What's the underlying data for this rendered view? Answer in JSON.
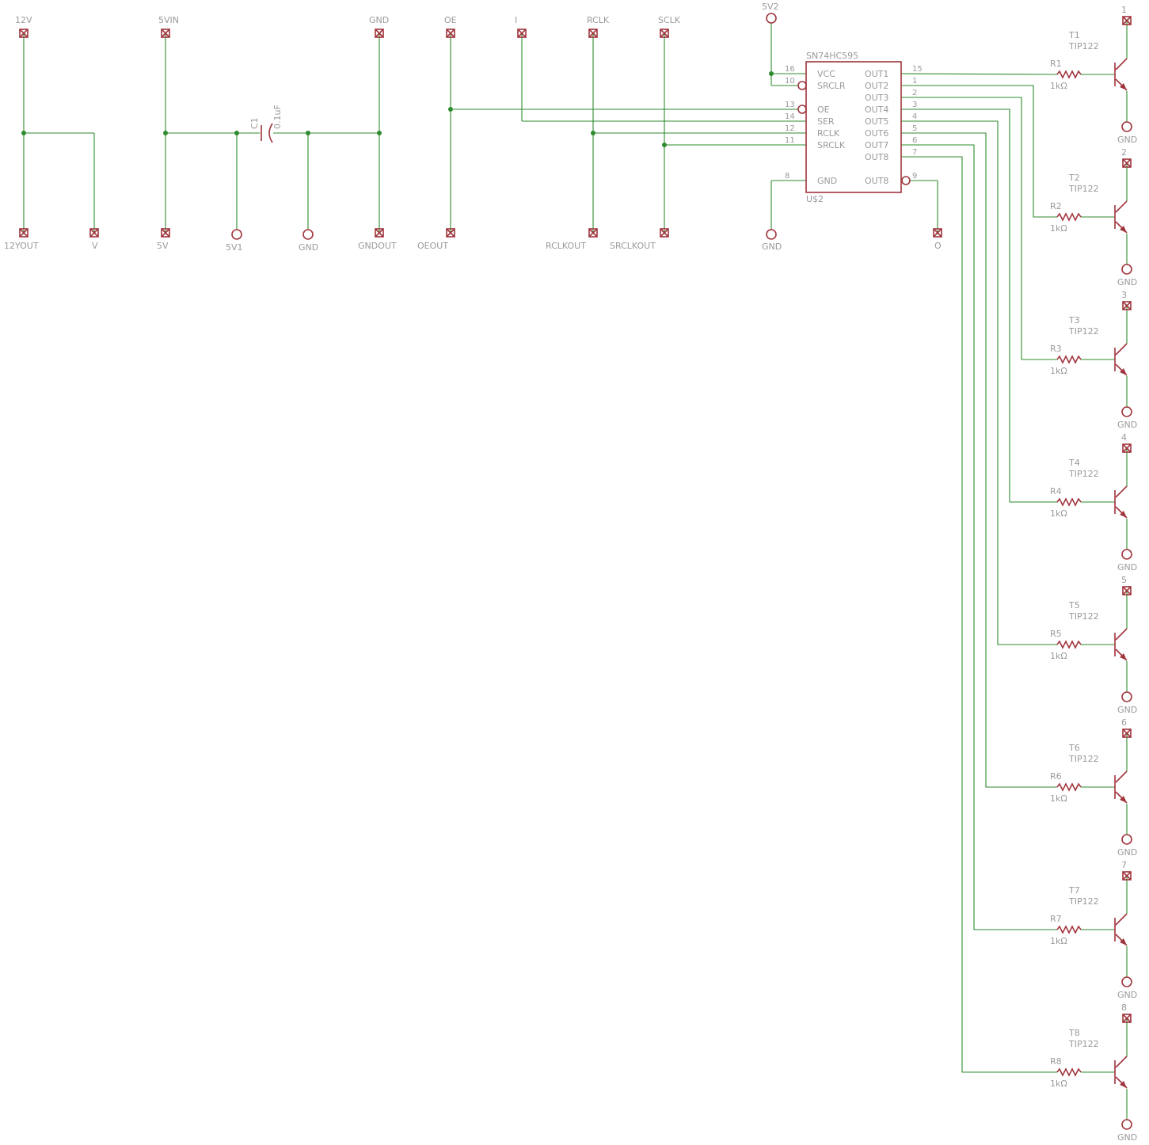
{
  "colors": {
    "wire": "#2e8b2e",
    "part": "#a0343c",
    "label": "#9a9a9a",
    "background": "#ffffff"
  },
  "left_connectors": {
    "v12": {
      "top": "12V",
      "bottom_a": "12YOUT",
      "bottom_b": "V"
    },
    "v5": {
      "top": "5VIN",
      "bottom": "5V"
    },
    "cap": {
      "name": "C1",
      "value": "0.1uF",
      "supply": "5V1",
      "ground": "GND"
    },
    "gnd": {
      "top": "GND",
      "bottom": "GNDOUT"
    },
    "oe": {
      "top": "OE",
      "bottom": "OEOUT"
    },
    "ser": {
      "top": "I"
    },
    "rclk": {
      "top": "RCLK",
      "bottom": "RCLKOUT"
    },
    "sclk": {
      "top": "SCLK",
      "bottom": "SRCLKOUT"
    }
  },
  "shift_register": {
    "part_number": "SN74HC595",
    "designator": "U$2",
    "supply_label": "5V2",
    "ground_label": "GND",
    "output_pad_label": "O",
    "left_pins": [
      {
        "name": "VCC",
        "num": "16"
      },
      {
        "name": "SRCLR",
        "num": "10"
      },
      {
        "name": "OE",
        "num": "13"
      },
      {
        "name": "SER",
        "num": "14"
      },
      {
        "name": "RCLK",
        "num": "12"
      },
      {
        "name": "SRCLK",
        "num": "11"
      },
      {
        "name": "GND",
        "num": "8"
      }
    ],
    "right_pins": [
      {
        "name": "OUT1",
        "num": "15"
      },
      {
        "name": "OUT2",
        "num": "1"
      },
      {
        "name": "OUT3",
        "num": "2"
      },
      {
        "name": "OUT4",
        "num": "3"
      },
      {
        "name": "OUT5",
        "num": "4"
      },
      {
        "name": "OUT6",
        "num": "5"
      },
      {
        "name": "OUT7",
        "num": "6"
      },
      {
        "name": "OUT8",
        "num": "7"
      },
      {
        "name": "OUT8",
        "num": "9"
      }
    ]
  },
  "drivers": [
    {
      "index": "1",
      "transistor": "T1",
      "model": "TIP122",
      "resistor": "R1",
      "res_value": "1kΩ",
      "ground": "GND"
    },
    {
      "index": "2",
      "transistor": "T2",
      "model": "TIP122",
      "resistor": "R2",
      "res_value": "1kΩ",
      "ground": "GND"
    },
    {
      "index": "3",
      "transistor": "T3",
      "model": "TIP122",
      "resistor": "R3",
      "res_value": "1kΩ",
      "ground": "GND"
    },
    {
      "index": "4",
      "transistor": "T4",
      "model": "TIP122",
      "resistor": "R4",
      "res_value": "1kΩ",
      "ground": "GND"
    },
    {
      "index": "5",
      "transistor": "T5",
      "model": "TIP122",
      "resistor": "R5",
      "res_value": "1kΩ",
      "ground": "GND"
    },
    {
      "index": "6",
      "transistor": "T6",
      "model": "TIP122",
      "resistor": "R6",
      "res_value": "1kΩ",
      "ground": "GND"
    },
    {
      "index": "7",
      "transistor": "T7",
      "model": "TIP122",
      "resistor": "R7",
      "res_value": "1kΩ",
      "ground": "GND"
    },
    {
      "index": "8",
      "transistor": "T8",
      "model": "TIP122",
      "resistor": "R8",
      "res_value": "1kΩ",
      "ground": "GND"
    }
  ]
}
